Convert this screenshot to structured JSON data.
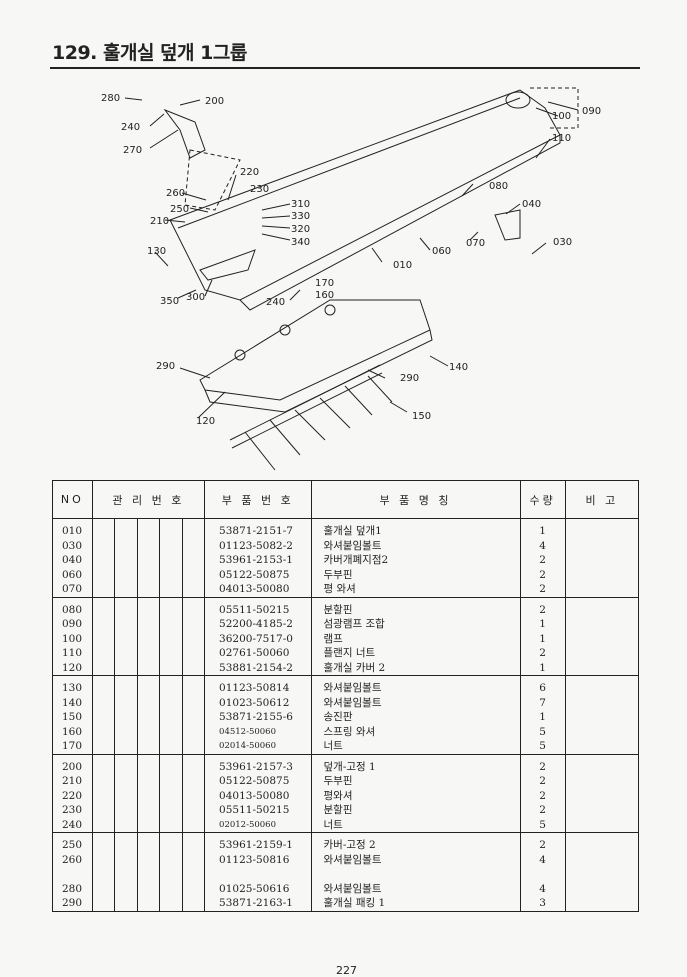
{
  "page": {
    "title": "129. 훌개실 덮개 1그룹",
    "ghost_text": "",
    "page_number": "227"
  },
  "diagram": {
    "callouts": [
      "280",
      "240",
      "200",
      "270",
      "220",
      "230",
      "260",
      "250",
      "210",
      "310",
      "330",
      "320",
      "340",
      "130",
      "350",
      "300",
      "240",
      "170",
      "160",
      "010",
      "080",
      "040",
      "070",
      "060",
      "030",
      "100",
      "090",
      "110",
      "290",
      "120",
      "290",
      "150",
      "140"
    ]
  },
  "table": {
    "headers": {
      "no": "NO",
      "mgmt": "관 리 번 호",
      "part_no": "부 품 번 호",
      "name": "부  품  명  칭",
      "qty": "수량",
      "remarks": "비 고"
    },
    "groups": [
      [
        {
          "no": "010",
          "part_no": "53871-2151-7",
          "name": "훌개실 덮개1",
          "qty": "1"
        },
        {
          "no": "030",
          "part_no": "01123-5082-2",
          "name": "와셔붙임볼트",
          "qty": "4"
        },
        {
          "no": "040",
          "part_no": "53961-2153-1",
          "name": "카버개폐지점2",
          "qty": "2"
        },
        {
          "no": "060",
          "part_no": "05122-50875",
          "name": "두부핀",
          "qty": "2"
        },
        {
          "no": "070",
          "part_no": "04013-50080",
          "name": "평 와셔",
          "qty": "2"
        }
      ],
      [
        {
          "no": "080",
          "part_no": "05511-50215",
          "name": "분할핀",
          "qty": "2"
        },
        {
          "no": "090",
          "part_no": "52200-4185-2",
          "name": "섬광램프 조합",
          "qty": "1"
        },
        {
          "no": "100",
          "part_no": "36200-7517-0",
          "name": "램프",
          "qty": "1"
        },
        {
          "no": "110",
          "part_no": "02761-50060",
          "name": "플랜지 너트",
          "qty": "2"
        },
        {
          "no": "120",
          "part_no": "53881-2154-2",
          "name": "훌개실 카버 2",
          "qty": "1"
        }
      ],
      [
        {
          "no": "130",
          "part_no": "01123-50814",
          "name": "와셔붙임볼트",
          "qty": "6"
        },
        {
          "no": "140",
          "part_no": "01023-50612",
          "name": "와셔붙임볼트",
          "qty": "7"
        },
        {
          "no": "150",
          "part_no": "53871-2155-6",
          "name": "송진판",
          "qty": "1"
        },
        {
          "no": "160",
          "part_no": "04512-50060",
          "name": "스프링 와셔",
          "qty": "5",
          "small": true
        },
        {
          "no": "170",
          "part_no": "02014-50060",
          "name": "너트",
          "qty": "5",
          "small": true
        }
      ],
      [
        {
          "no": "200",
          "part_no": "53961-2157-3",
          "name": "덮개-고정 1",
          "qty": "2"
        },
        {
          "no": "210",
          "part_no": "05122-50875",
          "name": "두부핀",
          "qty": "2"
        },
        {
          "no": "220",
          "part_no": "04013-50080",
          "name": "평와셔",
          "qty": "2"
        },
        {
          "no": "230",
          "part_no": "05511-50215",
          "name": "분할핀",
          "qty": "2"
        },
        {
          "no": "240",
          "part_no": "02012-50060",
          "name": "너트",
          "qty": "5",
          "small": true
        }
      ],
      [
        {
          "no": "250",
          "part_no": "53961-2159-1",
          "name": "카버-고정 2",
          "qty": "2"
        },
        {
          "no": "260",
          "part_no": "01123-50816",
          "name": "와셔붙임볼트",
          "qty": "4"
        },
        {
          "no": "",
          "part_no": "",
          "name": "",
          "qty": ""
        },
        {
          "no": "280",
          "part_no": "01025-50616",
          "name": "와셔붙임볼트",
          "qty": "4"
        },
        {
          "no": "290",
          "part_no": "53871-2163-1",
          "name": "훌개실 패킹 1",
          "qty": "3"
        }
      ]
    ]
  }
}
